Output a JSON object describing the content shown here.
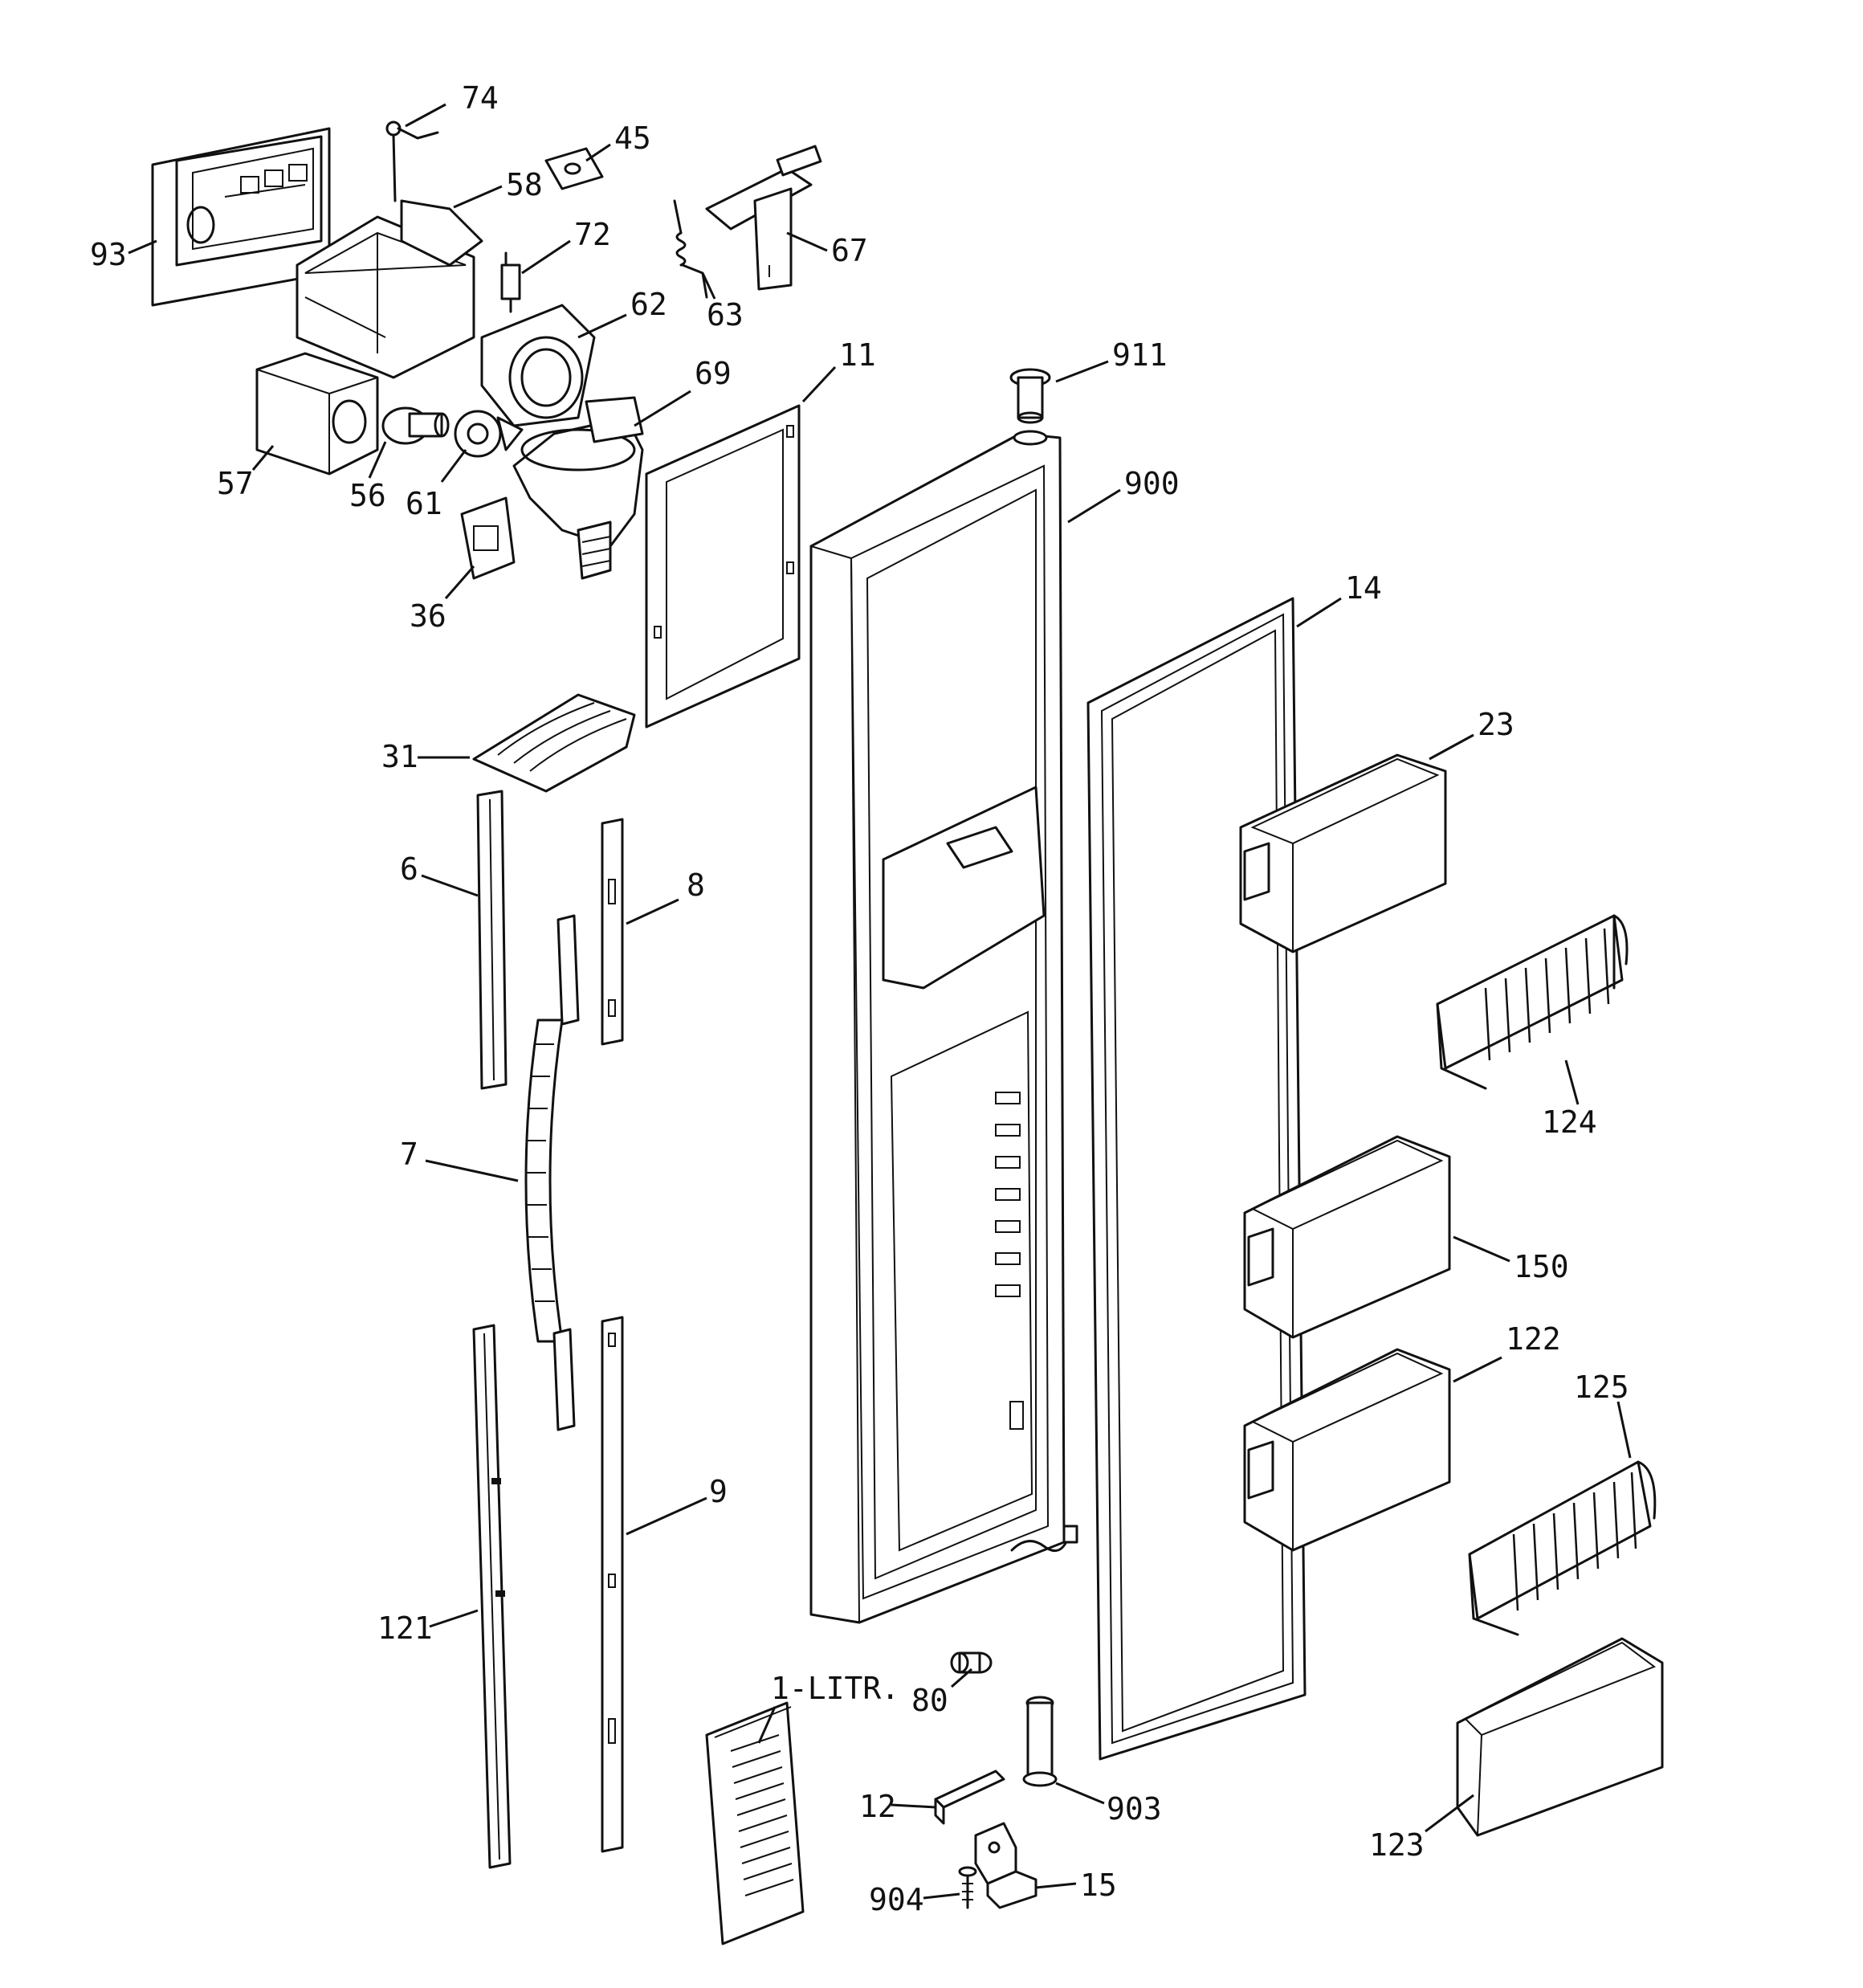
{
  "callouts": {
    "c74": "74",
    "c45": "45",
    "c58": "58",
    "c93": "93",
    "c72": "72",
    "c67": "67",
    "c63": "63",
    "c62": "62",
    "c69": "69",
    "c11": "11",
    "c911": "911",
    "c57": "57",
    "c56": "56",
    "c61": "61",
    "c900": "900",
    "c36": "36",
    "c14": "14",
    "c23": "23",
    "c31": "31",
    "c6": "6",
    "c8": "8",
    "c124": "124",
    "c7": "7",
    "c150": "150",
    "c122": "122",
    "c125": "125",
    "c9": "9",
    "c121": "121",
    "c1litr": "1-LITR.",
    "c80": "80",
    "c903": "903",
    "c12": "12",
    "c123": "123",
    "c15": "15",
    "c904": "904"
  }
}
